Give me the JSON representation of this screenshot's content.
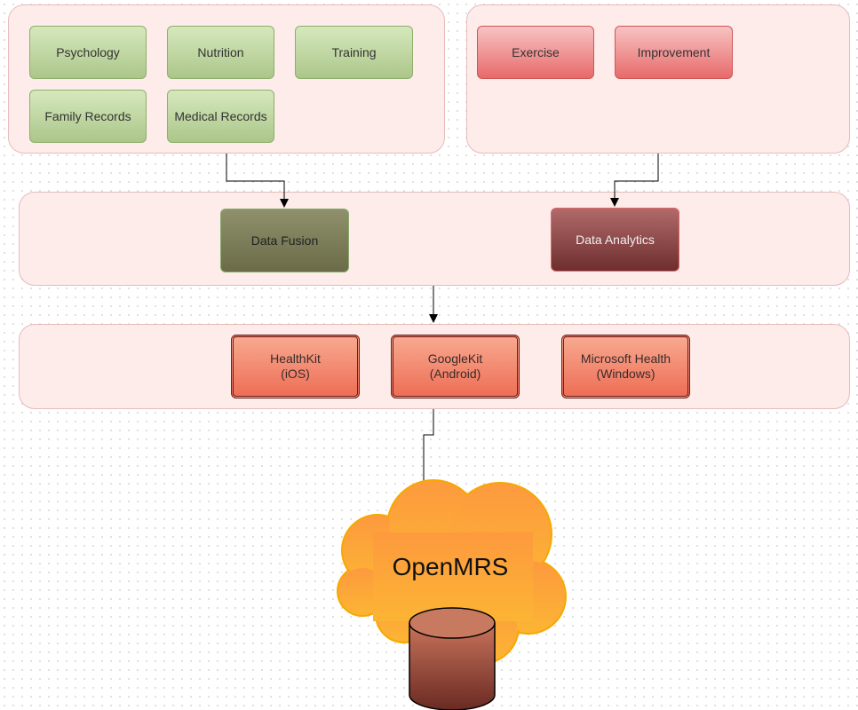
{
  "sources_group": {
    "items": [
      "Psychology",
      "Nutrition",
      "Training",
      "Family Records",
      "Medical Records"
    ]
  },
  "actions_group": {
    "items": [
      "Exercise",
      "Improvement"
    ]
  },
  "processing_group": {
    "fusion": "Data Fusion",
    "analytics": "Data Analytics"
  },
  "platforms_group": {
    "items": [
      {
        "line1": "HealthKit",
        "line2": "(iOS)"
      },
      {
        "line1": "GoogleKit",
        "line2": "(Android)"
      },
      {
        "line1": "Microsoft Health",
        "line2": "(Windows)"
      }
    ]
  },
  "cloud": {
    "label": "OpenMRS",
    "color": "#fca73a"
  },
  "colors": {
    "container": "#fdecea",
    "green_box": "#c6dcab",
    "red_box": "#f29a9a",
    "platform_box": "#f28a73",
    "database": "#9b4c3a"
  }
}
